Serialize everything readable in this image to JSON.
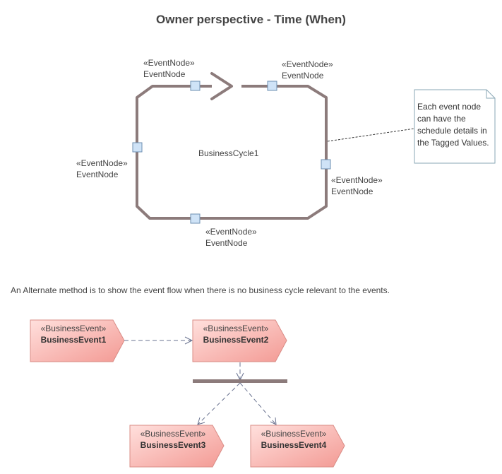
{
  "title": "Owner perspective - Time (When)",
  "cycle": {
    "name": "BusinessCycle1",
    "color": "#8c7b7b",
    "nodes": [
      {
        "stereotype": "«EventNode»",
        "name": "EventNode"
      },
      {
        "stereotype": "«EventNode»",
        "name": "EventNode"
      },
      {
        "stereotype": "«EventNode»",
        "name": "EventNode"
      },
      {
        "stereotype": "«EventNode»",
        "name": "EventNode"
      },
      {
        "stereotype": "«EventNode»",
        "name": "EventNode"
      }
    ]
  },
  "note": {
    "text": "Each event node can have the schedule details in the Tagged Values."
  },
  "alternate_text": "An Alternate method is to show the event flow when there is no business cycle relevant to the events.",
  "events": [
    {
      "stereotype": "«BusinessEvent»",
      "name": "BusinessEvent1"
    },
    {
      "stereotype": "«BusinessEvent»",
      "name": "BusinessEvent2"
    },
    {
      "stereotype": "«BusinessEvent»",
      "name": "BusinessEvent3"
    },
    {
      "stereotype": "«BusinessEvent»",
      "name": "BusinessEvent4"
    }
  ],
  "colors": {
    "event_fill_light": "#ffd9d6",
    "event_fill_dark": "#f6a29c",
    "event_border": "#d98c86",
    "node_fill": "#cfe3f7",
    "node_border": "#6d8fb0",
    "flow_line": "#6a7390",
    "fork_bar": "#8c7b7b"
  }
}
